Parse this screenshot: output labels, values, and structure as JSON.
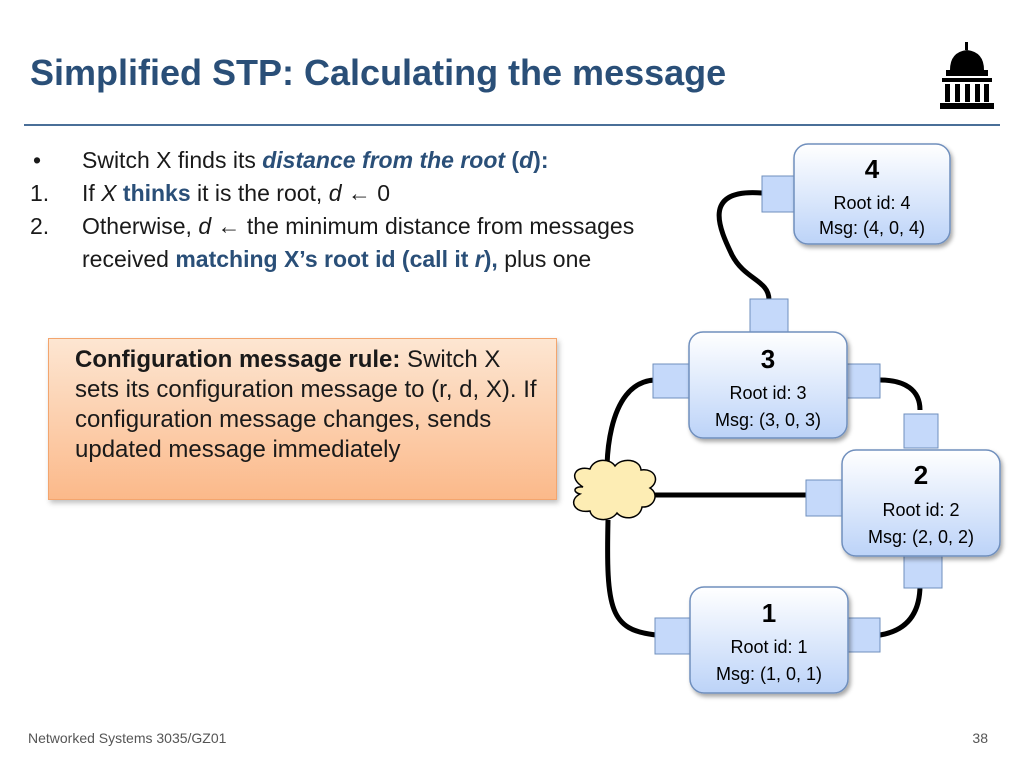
{
  "title": "Simplified STP: Calculating the message",
  "bullets": {
    "intro": {
      "marker": "•",
      "pre": "Switch X finds its ",
      "emph": "distance from the root",
      "open": " (",
      "d": "d",
      "close": "):"
    },
    "step1": {
      "marker": "1.",
      "pre": "If ",
      "x": "X",
      "thinks": " thinks",
      "mid": " it is the root, ",
      "d": "d",
      "arrow": " ← 0"
    },
    "step2": {
      "marker": "2.",
      "pre": "Otherwise, ",
      "d": "d",
      "mid": " ← the minimum distance from messages received ",
      "bold": "matching X’s root id (call it ",
      "r": "r",
      "bold_end": "),",
      "post": " plus one"
    }
  },
  "config": {
    "label": "Configuration message rule:",
    "text": " Switch X sets its configuration message to (r, d, X).  If configuration message changes, sends updated message immediately"
  },
  "nodes": [
    {
      "id": "4",
      "root": "Root id: 4",
      "msg": "Msg: (4, 0, 4)"
    },
    {
      "id": "3",
      "root": "Root id: 3",
      "msg": "Msg: (3, 0, 3)"
    },
    {
      "id": "2",
      "root": "Root id: 2",
      "msg": "Msg: (2, 0, 2)"
    },
    {
      "id": "1",
      "root": "Root id: 1",
      "msg": "Msg: (1, 0, 1)"
    }
  ],
  "footer": "Networked Systems 3035/GZ01",
  "page_number": "38",
  "colors": {
    "title": "#2a4f78",
    "node_fill": "#cfe0fb",
    "port_fill": "#c5d9fa",
    "cloud_fill": "#fdedb4",
    "config_fill": "#fbb98a"
  },
  "icons": [
    "university-building-icon",
    "cloud-icon"
  ]
}
